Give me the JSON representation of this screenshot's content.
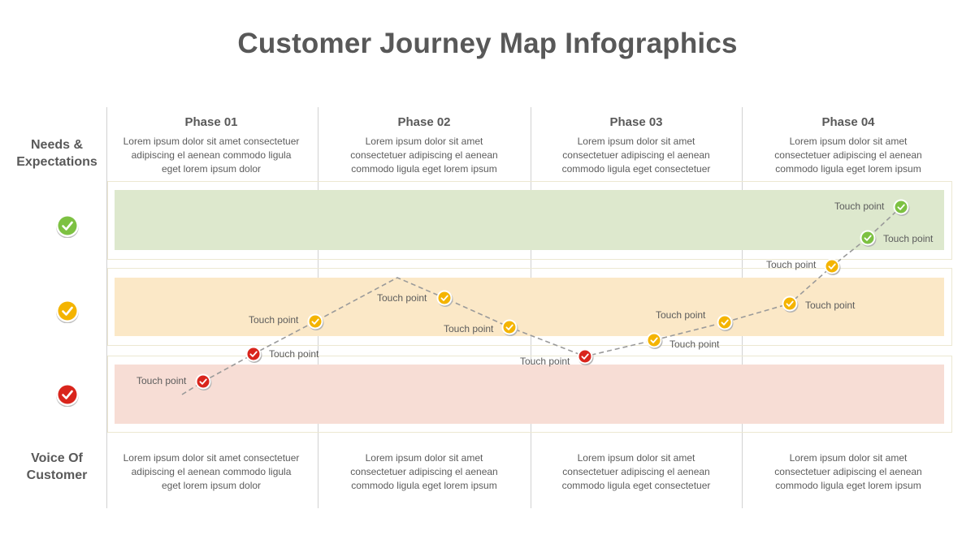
{
  "title": "Customer Journey Map Infographics",
  "row_labels": {
    "needs_line1": "Needs &",
    "needs_line2": "Expectations",
    "voice_line1": "Voice Of",
    "voice_line2": "Customer"
  },
  "phases": [
    {
      "name": "Phase 01",
      "needs": [
        "Lorem ipsum dolor sit amet consectetuer",
        "adipiscing el aenean commodo ligula",
        "eget lorem ipsum dolor"
      ],
      "voice": [
        "Lorem ipsum dolor sit amet consectetuer",
        "adipiscing el aenean commodo ligula",
        "eget lorem ipsum dolor"
      ]
    },
    {
      "name": "Phase 02",
      "needs": [
        "Lorem ipsum dolor sit amet",
        "consectetuer adipiscing el aenean",
        "commodo ligula eget lorem ipsum"
      ],
      "voice": [
        "Lorem ipsum dolor sit amet",
        "consectetuer adipiscing el aenean",
        "commodo ligula eget lorem ipsum"
      ]
    },
    {
      "name": "Phase 03",
      "needs": [
        "Lorem ipsum dolor sit amet",
        "consectetuer adipiscing el aenean",
        "commodo ligula eget consectetuer"
      ],
      "voice": [
        "Lorem ipsum dolor sit amet",
        "consectetuer adipiscing el aenean",
        "commodo ligula eget consectetuer"
      ]
    },
    {
      "name": "Phase 04",
      "needs": [
        "Lorem ipsum dolor sit amet",
        "consectetuer adipiscing el aenean",
        "commodo ligula eget lorem ipsum"
      ],
      "voice": [
        "Lorem ipsum dolor sit amet",
        "consectetuer adipiscing el aenean",
        "commodo ligula eget lorem ipsum"
      ]
    }
  ],
  "levels": [
    {
      "name": "green",
      "color": "#7dc142",
      "icon": "check-icon"
    },
    {
      "name": "yellow",
      "color": "#f4b400",
      "icon": "check-icon"
    },
    {
      "name": "red",
      "color": "#d9251c",
      "icon": "check-icon"
    }
  ],
  "touch_points": [
    {
      "label": "Touch point",
      "level": "red"
    },
    {
      "label": "Touch point",
      "level": "red"
    },
    {
      "label": "Touch point",
      "level": "yellow"
    },
    {
      "label": "Touch point",
      "level": "yellow"
    },
    {
      "label": "Touch point",
      "level": "yellow"
    },
    {
      "label": "Touch point",
      "level": "red"
    },
    {
      "label": "Touch point",
      "level": "yellow"
    },
    {
      "label": "Touch point",
      "level": "yellow"
    },
    {
      "label": "Touch point",
      "level": "yellow"
    },
    {
      "label": "Touch point",
      "level": "yellow"
    },
    {
      "label": "Touch point",
      "level": "green"
    },
    {
      "label": "Touch point",
      "level": "green"
    }
  ]
}
